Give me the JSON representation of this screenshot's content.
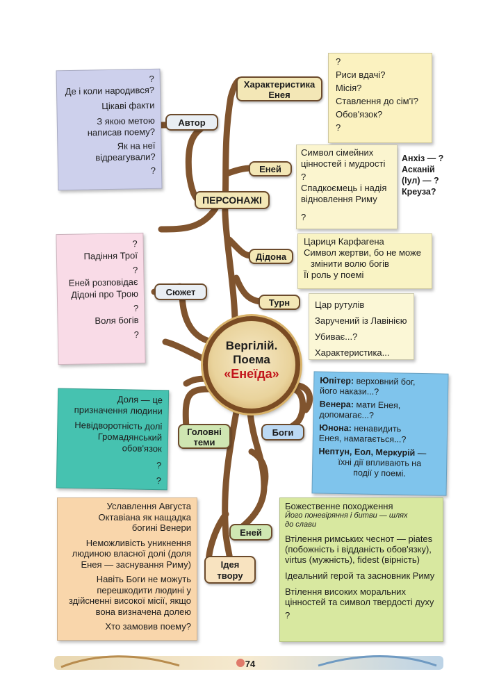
{
  "center": {
    "line1": "Вергілій.",
    "line2": "Поема",
    "line3": "«Енеїда»"
  },
  "author": {
    "label": "Автор",
    "items": [
      "?",
      "Де і коли народився?",
      "Цікаві факти",
      "З якою метою",
      "написав поему?",
      "Як на неї",
      "відреагували?",
      "?"
    ]
  },
  "characters_label": "ПЕРСОНАЖІ",
  "aeneas_char": {
    "label": "Характеристика Енея",
    "items": [
      "?",
      "Риси вдачі?",
      "Місія?",
      "Ставлення до сім'ї?",
      "Обов'язок?",
      "?"
    ]
  },
  "aeneas": {
    "label": "Еней",
    "items": [
      "Символ сімейних",
      "цінностей і мудрості",
      "?",
      "Спадкоємець і надія",
      "відновлення Риму",
      "?"
    ],
    "side": [
      "Анхіз — ?",
      "Асканій",
      "(Іул) — ?",
      "Креуза?"
    ]
  },
  "dido": {
    "label": "Дідона",
    "items": [
      "Цариця Карфагена",
      "Символ жертви, бо не може",
      "змінити волю богів",
      "Її роль у поемі"
    ]
  },
  "turn": {
    "label": "Турн",
    "items": [
      "Цар рутулів",
      "Заручений із Лавінією",
      "Убиває...?",
      "Характеристика..."
    ]
  },
  "plot": {
    "label": "Сюжет",
    "items": [
      "?",
      "Падіння Трої",
      "?",
      "Еней розповідає",
      "Дідоні про Трою",
      "?",
      "Воля богів",
      "?"
    ]
  },
  "themes": {
    "label": "Головні теми",
    "items": [
      "Доля — це",
      "призначення людини",
      "Невідворотність долі",
      "Громадянський",
      "обов'язок",
      "?",
      "?"
    ]
  },
  "gods": {
    "label": "Боги",
    "items": [
      {
        "b": "Юпітер:",
        "t": " верховний бог,",
        "t2": "його накази...?"
      },
      {
        "b": "Венера:",
        "t": " мати Енея,",
        "t2": "допомагає...?"
      },
      {
        "b": "Юнона:",
        "t": " ненавидить",
        "t2": "Енея, намагається...?"
      },
      {
        "b": "Нептун, Еол, Меркурій",
        "t": " —",
        "t2": "їхні дії впливають на",
        "t3": "події у поемі."
      }
    ]
  },
  "idea": {
    "label": "Ідея твору",
    "items": [
      "Уславлення Августа",
      "Октавіана як нащадка",
      "богині Венери",
      "Неможливість уникнення",
      "людиною власної долі (доля",
      "Енея — заснування Риму)",
      "Навіть Боги не можуть",
      "перешкодити людині у",
      "здійсненні високої місії, якщо",
      "вона визначена долею",
      "Хто замовив поему?"
    ]
  },
  "aeneas2": {
    "label": "Еней",
    "items": [
      "Божественне походження",
      "Його поневіряння і битви — шлях",
      "до слави",
      "Втілення римських чеснот — piates",
      "(побожність і відданість обов'язку),",
      "virtus (мужність), fidest (вірність)",
      "Ідеальний герой та засновник Риму",
      "Втілення високих моральних",
      "цінностей та символ твердості духу",
      "?"
    ]
  },
  "page_number": "74",
  "colors": {
    "author_note": "#cdd0ec",
    "aeneas_char_note": "#fbf2c0",
    "aeneas_note": "#fbf5cf",
    "dido_note": "#f9f3c4",
    "turn_note": "#fbf7d6",
    "plot_note": "#f9dbe7",
    "themes_note": "#46c2b0",
    "gods_note": "#7fc4ec",
    "idea_note": "#f9d6ab",
    "aeneas2_note": "#d8e8a0",
    "branch": "#7a4b23",
    "accent": "#c2161b"
  }
}
